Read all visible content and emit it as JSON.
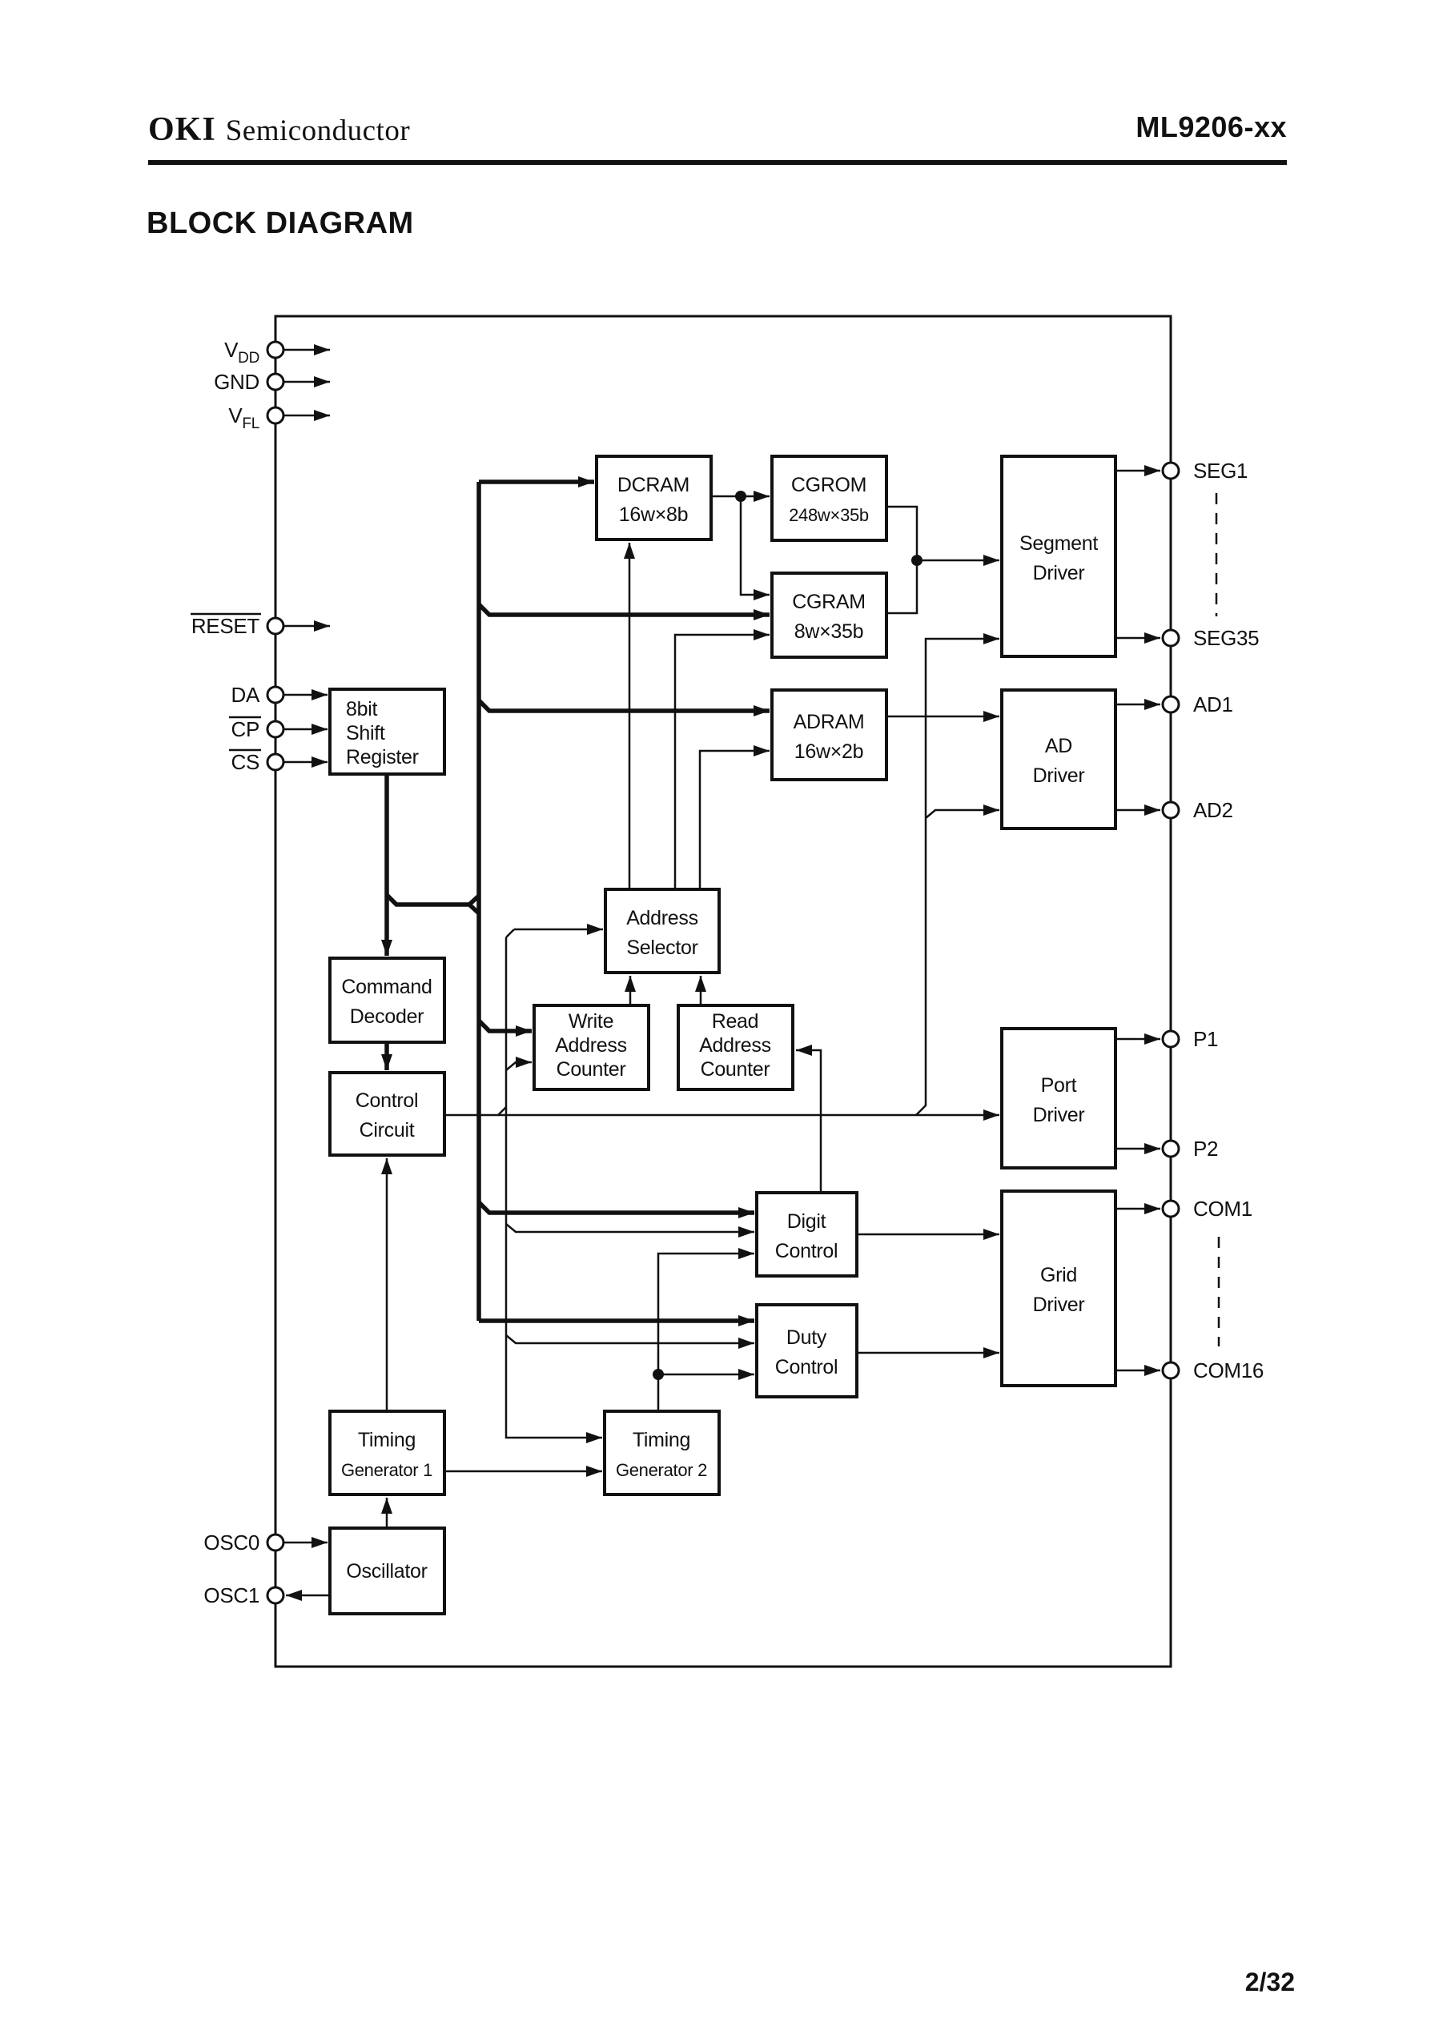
{
  "header": {
    "brand": "OKI",
    "brand_suffix": "Semiconductor",
    "part_number": "ML9206-xx",
    "title": "BLOCK DIAGRAM"
  },
  "page": {
    "footer_page": "2/32"
  },
  "colors": {
    "ink": "#111111",
    "paper": "#ffffff"
  },
  "pins": {
    "vdd": {
      "main": "V",
      "sub": "DD"
    },
    "gnd": {
      "main": "GND"
    },
    "vfl": {
      "main": "V",
      "sub": "FL"
    },
    "reset": {
      "main": "RESET"
    },
    "da": {
      "main": "DA"
    },
    "cp": {
      "main": "CP"
    },
    "cs": {
      "main": "CS"
    },
    "osc0": {
      "main": "OSC0"
    },
    "osc1": {
      "main": "OSC1"
    },
    "seg1": {
      "main": "SEG1"
    },
    "seg35": {
      "main": "SEG35"
    },
    "ad1": {
      "main": "AD1"
    },
    "ad2": {
      "main": "AD2"
    },
    "p1": {
      "main": "P1"
    },
    "p2": {
      "main": "P2"
    },
    "com1": {
      "main": "COM1"
    },
    "com16": {
      "main": "COM16"
    }
  },
  "blocks": {
    "dcram": [
      "DCRAM",
      "16w×8b"
    ],
    "cgrom": [
      "CGROM",
      "248w×35b"
    ],
    "cgram": [
      "CGRAM",
      "8w×35b"
    ],
    "adram": [
      "ADRAM",
      "16w×2b"
    ],
    "segment_driver": [
      "Segment",
      "Driver"
    ],
    "ad_driver": [
      "AD",
      "Driver"
    ],
    "shift_register": [
      "8bit",
      "Shift",
      "Register"
    ],
    "address_selector": [
      "Address",
      "Selector"
    ],
    "command_decoder": [
      "Command",
      "Decoder"
    ],
    "write_address_counter": [
      "Write",
      "Address",
      "Counter"
    ],
    "read_address_counter": [
      "Read",
      "Address",
      "Counter"
    ],
    "control_circuit": [
      "Control",
      "Circuit"
    ],
    "port_driver": [
      "Port",
      "Driver"
    ],
    "digit_control": [
      "Digit",
      "Control"
    ],
    "duty_control": [
      "Duty",
      "Control"
    ],
    "grid_driver": [
      "Grid",
      "Driver"
    ],
    "timing_generator_1": [
      "Timing",
      "Generator 1"
    ],
    "timing_generator_2": [
      "Timing",
      "Generator 2"
    ],
    "oscillator": [
      "Oscillator"
    ]
  }
}
